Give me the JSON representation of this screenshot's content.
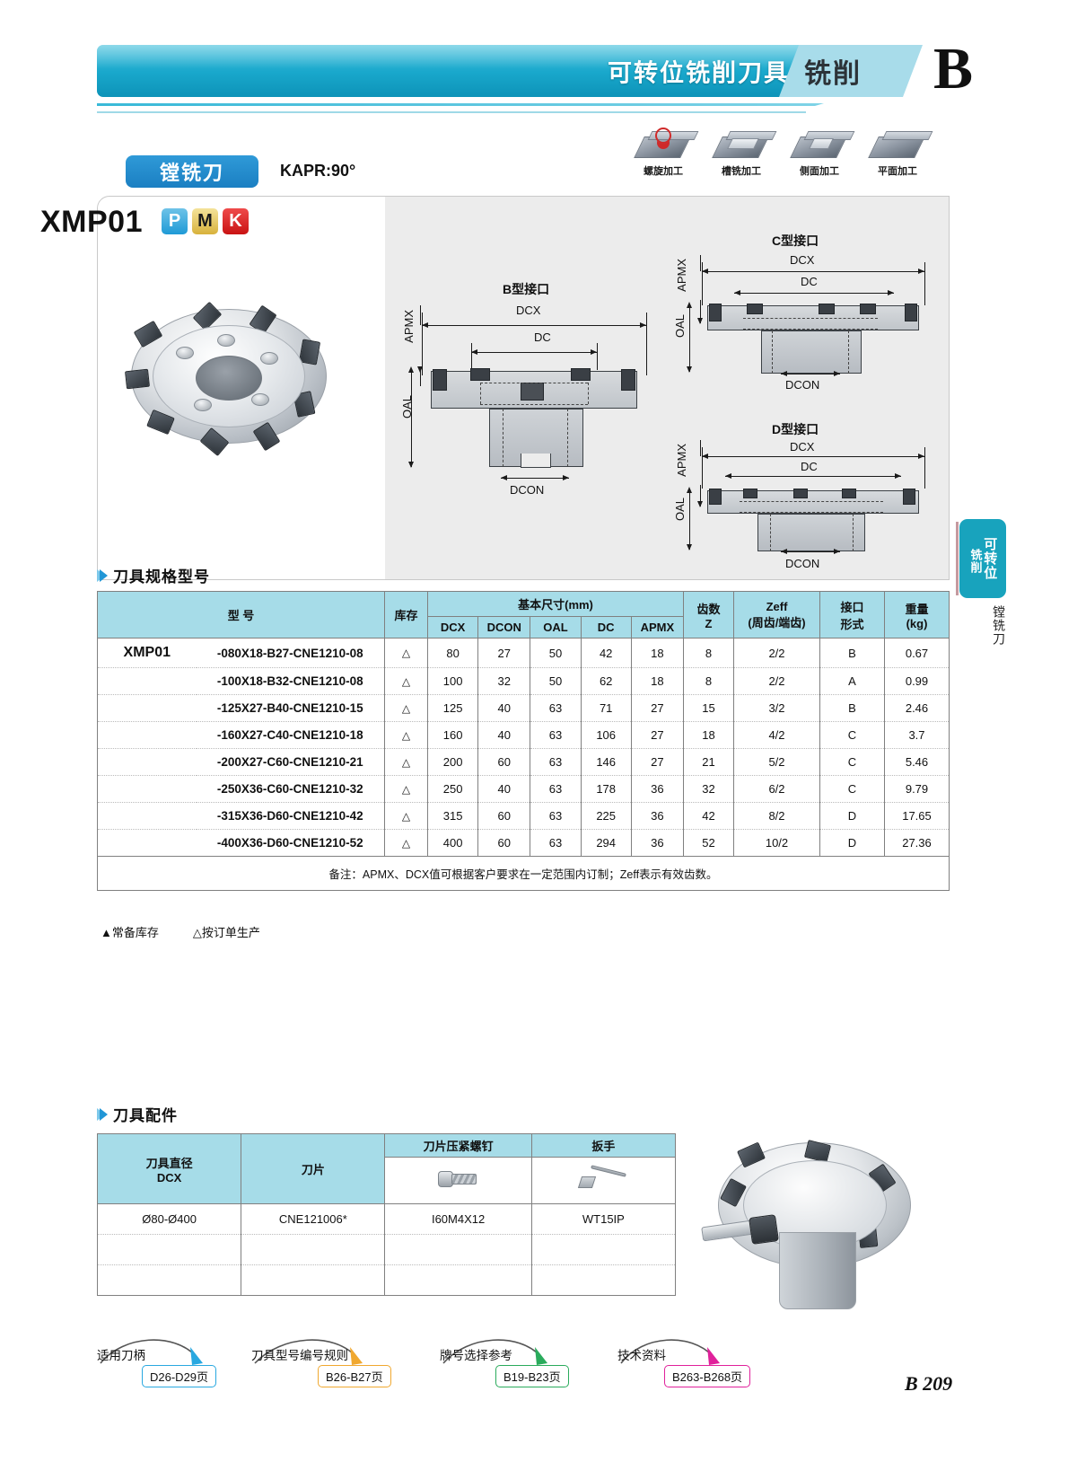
{
  "header": {
    "title": "可转位铣削刀具",
    "category": "铣削",
    "letter": "B"
  },
  "process_icons": [
    {
      "name": "helical-milling-icon",
      "label": "螺旋加工"
    },
    {
      "name": "slot-milling-icon",
      "label": "槽铣加工"
    },
    {
      "name": "side-milling-icon",
      "label": "侧面加工"
    },
    {
      "name": "face-milling-icon",
      "label": "平面加工"
    }
  ],
  "product": {
    "tab_label": "镗铣刀",
    "kapr": "KAPR:90°",
    "model": "XMP01",
    "material_badges": [
      {
        "letter": "P",
        "class": "p"
      },
      {
        "letter": "M",
        "class": "m"
      },
      {
        "letter": "K",
        "class": "k"
      }
    ]
  },
  "drawings": {
    "b": {
      "title": "B型接口",
      "dims": [
        "APMX",
        "OAL",
        "DCX",
        "DC",
        "DCON"
      ]
    },
    "c": {
      "title": "C型接口",
      "dims": [
        "APMX",
        "OAL",
        "DCX",
        "DC",
        "DCON"
      ]
    },
    "d": {
      "title": "D型接口",
      "dims": [
        "APMX",
        "OAL",
        "DCX",
        "DC",
        "DCON"
      ]
    }
  },
  "side_tab": {
    "line1": "可转位",
    "line2": "铣削",
    "sub": "镗铣刀"
  },
  "spec_section": {
    "heading": "刀具规格型号",
    "headers": {
      "model": "型 号",
      "stock": "库存",
      "basic_dims": "基本尺寸(mm)",
      "dcx": "DCX",
      "dcon": "DCON",
      "oal": "OAL",
      "dc": "DC",
      "apmx": "APMX",
      "teeth_1": "齿数",
      "teeth_2": "Z",
      "zeff_1": "Zeff",
      "zeff_2": "(周齿/端齿)",
      "iface_1": "接口",
      "iface_2": "形式",
      "weight_1": "重量",
      "weight_2": "(kg)"
    },
    "family": "XMP01",
    "rows": [
      {
        "code": "-080X18-B27-CNE1210-08",
        "stock": "△",
        "dcx": "80",
        "dcon": "27",
        "oal": "50",
        "dc": "42",
        "apmx": "18",
        "z": "8",
        "zeff": "2/2",
        "iface": "B",
        "weight": "0.67"
      },
      {
        "code": "-100X18-B32-CNE1210-08",
        "stock": "△",
        "dcx": "100",
        "dcon": "32",
        "oal": "50",
        "dc": "62",
        "apmx": "18",
        "z": "8",
        "zeff": "2/2",
        "iface": "A",
        "weight": "0.99"
      },
      {
        "code": "-125X27-B40-CNE1210-15",
        "stock": "△",
        "dcx": "125",
        "dcon": "40",
        "oal": "63",
        "dc": "71",
        "apmx": "27",
        "z": "15",
        "zeff": "3/2",
        "iface": "B",
        "weight": "2.46"
      },
      {
        "code": "-160X27-C40-CNE1210-18",
        "stock": "△",
        "dcx": "160",
        "dcon": "40",
        "oal": "63",
        "dc": "106",
        "apmx": "27",
        "z": "18",
        "zeff": "4/2",
        "iface": "C",
        "weight": "3.7"
      },
      {
        "code": "-200X27-C60-CNE1210-21",
        "stock": "△",
        "dcx": "200",
        "dcon": "60",
        "oal": "63",
        "dc": "146",
        "apmx": "27",
        "z": "21",
        "zeff": "5/2",
        "iface": "C",
        "weight": "5.46"
      },
      {
        "code": "-250X36-C60-CNE1210-32",
        "stock": "△",
        "dcx": "250",
        "dcon": "40",
        "oal": "63",
        "dc": "178",
        "apmx": "36",
        "z": "32",
        "zeff": "6/2",
        "iface": "C",
        "weight": "9.79"
      },
      {
        "code": "-315X36-D60-CNE1210-42",
        "stock": "△",
        "dcx": "315",
        "dcon": "60",
        "oal": "63",
        "dc": "225",
        "apmx": "36",
        "z": "42",
        "zeff": "8/2",
        "iface": "D",
        "weight": "17.65"
      },
      {
        "code": "-400X36-D60-CNE1210-52",
        "stock": "△",
        "dcx": "400",
        "dcon": "60",
        "oal": "63",
        "dc": "294",
        "apmx": "36",
        "z": "52",
        "zeff": "10/2",
        "iface": "D",
        "weight": "27.36"
      }
    ],
    "note": "备注：APMX、DCX值可根据客户要求在一定范围内订制；Zeff表示有效齿数。",
    "legend": [
      {
        "symbol": "▲",
        "text": "常备库存"
      },
      {
        "symbol": "△",
        "text": "按订单生产"
      }
    ]
  },
  "accessories_section": {
    "heading": "刀具配件",
    "headers": {
      "diameter_1": "刀具直径",
      "diameter_2": "DCX",
      "insert": "刀片",
      "screw": "刀片压紧螺钉",
      "wrench": "扳手"
    },
    "rows": [
      {
        "diameter": "Ø80-Ø400",
        "insert": "CNE121006*",
        "screw": "I60M4X12",
        "wrench": "WT15IP"
      },
      {
        "diameter": "",
        "insert": "",
        "screw": "",
        "wrench": ""
      },
      {
        "diameter": "",
        "insert": "",
        "screw": "",
        "wrench": ""
      }
    ]
  },
  "references": [
    {
      "label": "适用刀柄",
      "page": "D26-D29页",
      "color": "#29a8e0"
    },
    {
      "label": "刀具型号编号规则",
      "page": "B26-B27页",
      "color": "#f0a830"
    },
    {
      "label": "牌号选择参考",
      "page": "B19-B23页",
      "color": "#2aab5c"
    },
    {
      "label": "技术资料",
      "page": "B263-B268页",
      "color": "#e0219b"
    }
  ],
  "page_number": "B 209"
}
